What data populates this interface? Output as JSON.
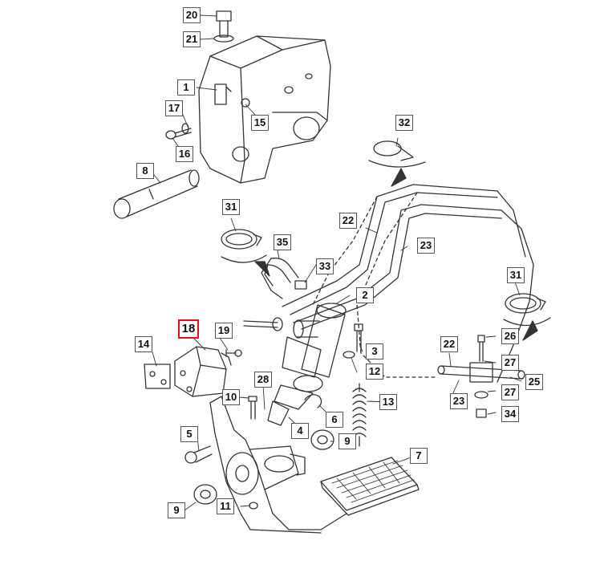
{
  "diagram": {
    "highlighted_callout": "18",
    "highlight_color": "#e01020",
    "callouts": [
      "20",
      "21",
      "1",
      "17",
      "15",
      "16",
      "8",
      "32",
      "22",
      "23",
      "31",
      "35",
      "33",
      "2",
      "18",
      "19",
      "14",
      "3",
      "12",
      "31",
      "26",
      "22",
      "27",
      "25",
      "23",
      "27",
      "34",
      "28",
      "10",
      "13",
      "6",
      "4",
      "5",
      "9",
      "7",
      "9",
      "11"
    ]
  }
}
